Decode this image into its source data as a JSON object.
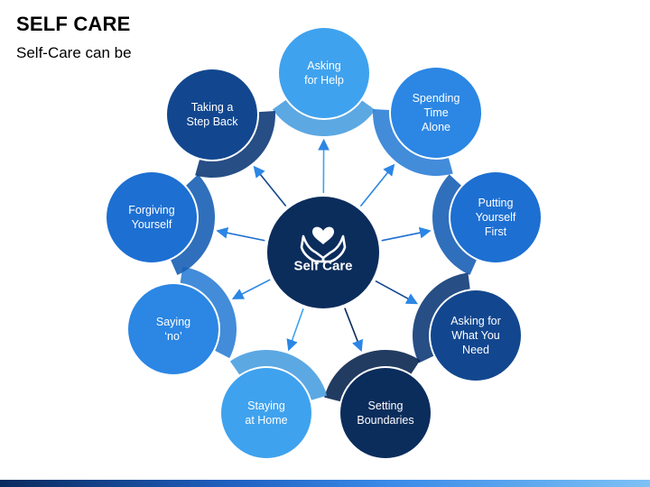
{
  "title": "SELF CARE",
  "subtitle": "Self-Care can be",
  "center": {
    "label": "Self Care",
    "icon": "heart-hands-icon",
    "color": "#0b2d5c"
  },
  "nodes": [
    {
      "label": "Asking\nfor Help",
      "color": "#3fa2ee",
      "accent": "#4a9fe0"
    },
    {
      "label": "Spending\nTime\nAlone",
      "color": "#2b86e4",
      "accent": "#2e7fd6"
    },
    {
      "label": "Putting\nYourself\nFirst",
      "color": "#1d6fd2",
      "accent": "#1a5fb4"
    },
    {
      "label": "Asking for\nWhat You\nNeed",
      "color": "#12478f",
      "accent": "#0f3b78"
    },
    {
      "label": "Setting\nBoundaries",
      "color": "#0b2d5c",
      "accent": "#0a2650"
    },
    {
      "label": "Staying\nat Home",
      "color": "#3fa2ee",
      "accent": "#4a9fe0"
    },
    {
      "label": "Saying\n‘no’",
      "color": "#2b86e4",
      "accent": "#2e7fd6"
    },
    {
      "label": "Forgiving\nYourself",
      "color": "#1d6fd2",
      "accent": "#1a5fb4"
    },
    {
      "label": "Taking a\nStep Back",
      "color": "#12478f",
      "accent": "#0f3b78"
    }
  ]
}
